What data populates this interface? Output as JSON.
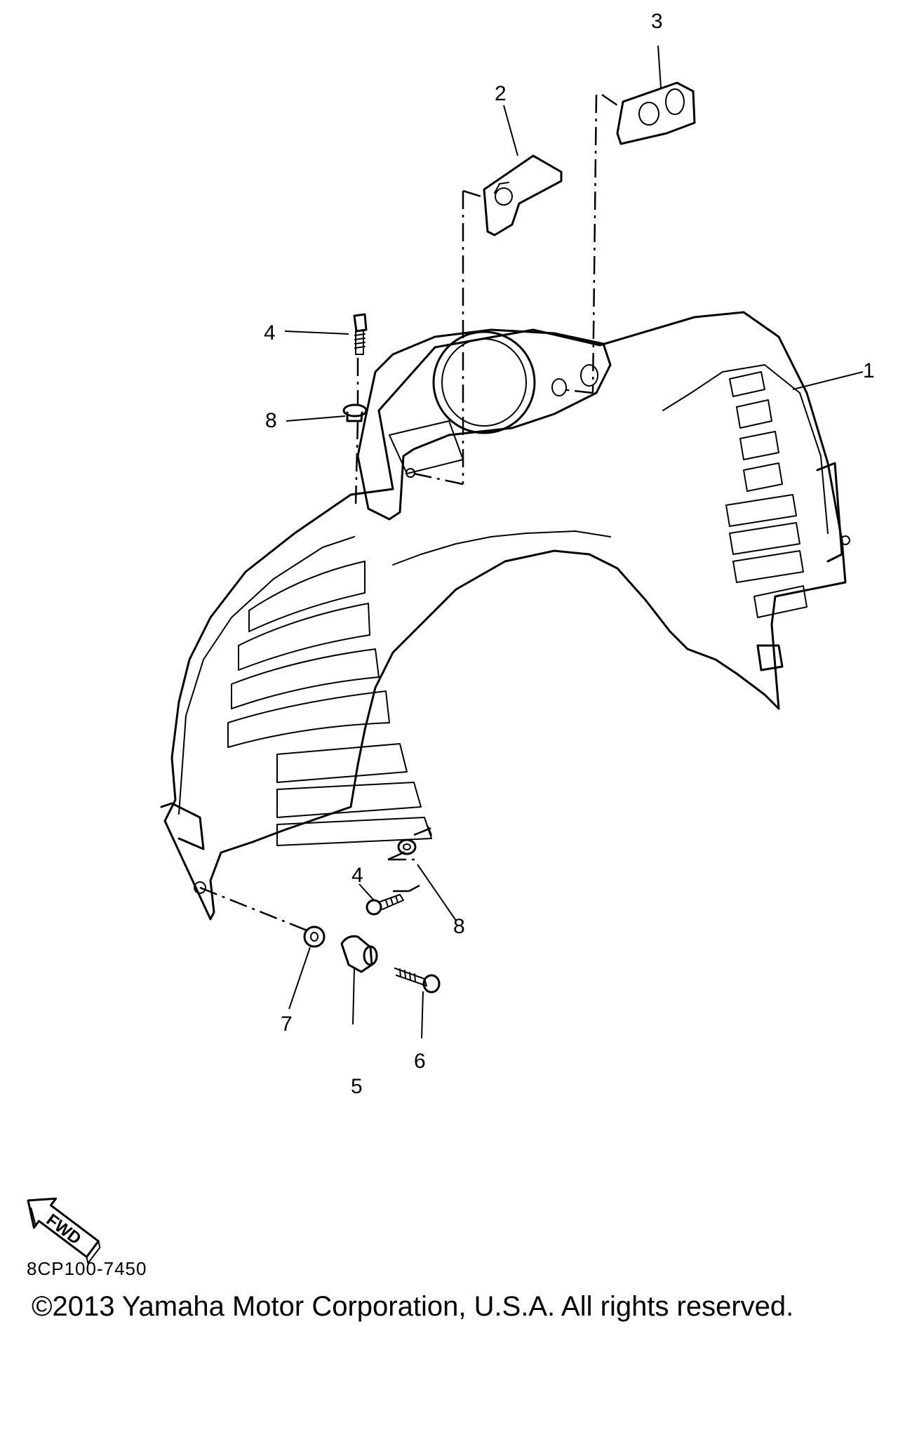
{
  "callouts": [
    "1",
    "2",
    "3",
    "4",
    "5",
    "6",
    "7",
    "8",
    "4",
    "8"
  ],
  "direction_arrow": {
    "text": "FWD"
  },
  "drawing_code": "8CP100-7450",
  "copyright": "©2013 Yamaha Motor Corporation, U.S.A. All rights reserved."
}
